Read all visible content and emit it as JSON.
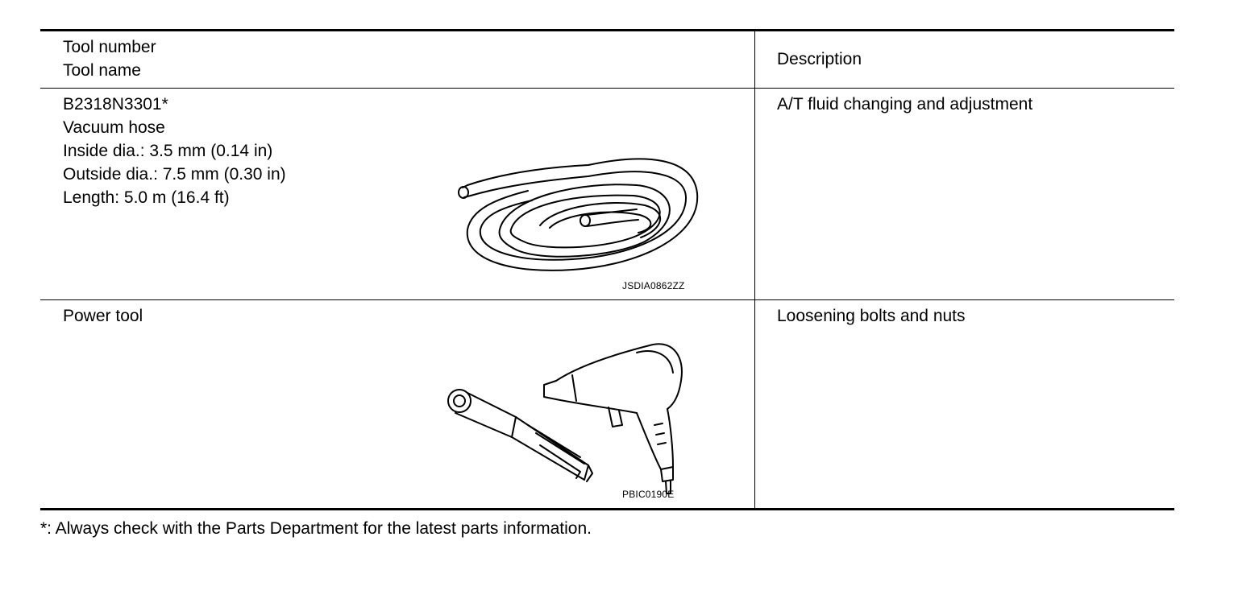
{
  "table": {
    "header": {
      "tool_number_label": "Tool number",
      "tool_name_label": "Tool name",
      "description_label": "Description"
    },
    "rows": [
      {
        "lines": [
          "B2318N3301*",
          "Vacuum hose",
          "Inside dia.: 3.5 mm (0.14 in)",
          "Outside dia.: 7.5 mm (0.30 in)",
          "Length: 5.0 m (16.4 ft)"
        ],
        "description": "A/T fluid changing and adjustment",
        "illustration_code": "JSDIA0862ZZ",
        "illustration_icon": "vacuum-hose-icon"
      },
      {
        "lines": [
          "Power tool"
        ],
        "description": "Loosening bolts and nuts",
        "illustration_code": "PBIC0190E",
        "illustration_icon": "power-tool-icon"
      }
    ]
  },
  "footnote": "*: Always check with the Parts Department for the latest parts information."
}
